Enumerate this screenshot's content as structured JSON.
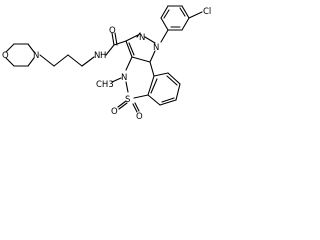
{
  "molecule": {
    "atom_labels": {
      "morpholine_o": "O",
      "morpholine_n": "N",
      "amide_nh": "N",
      "amide_h": "H",
      "carbonyl_o": "O",
      "pyrazole_n2": "N",
      "pyrazole_n1": "N",
      "ring_n": "N",
      "n_methyl": "CH3",
      "sulfur": "S",
      "sulfonyl_o1": "O",
      "sulfonyl_o2": "O",
      "chlorine": "Cl"
    }
  }
}
